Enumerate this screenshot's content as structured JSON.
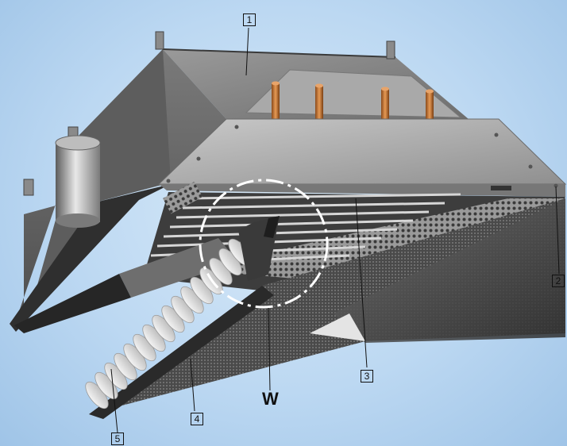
{
  "labels": {
    "casing": "1",
    "corner": "2",
    "grille": "3",
    "panel": "4",
    "deflectors": "5",
    "detail": "W"
  }
}
